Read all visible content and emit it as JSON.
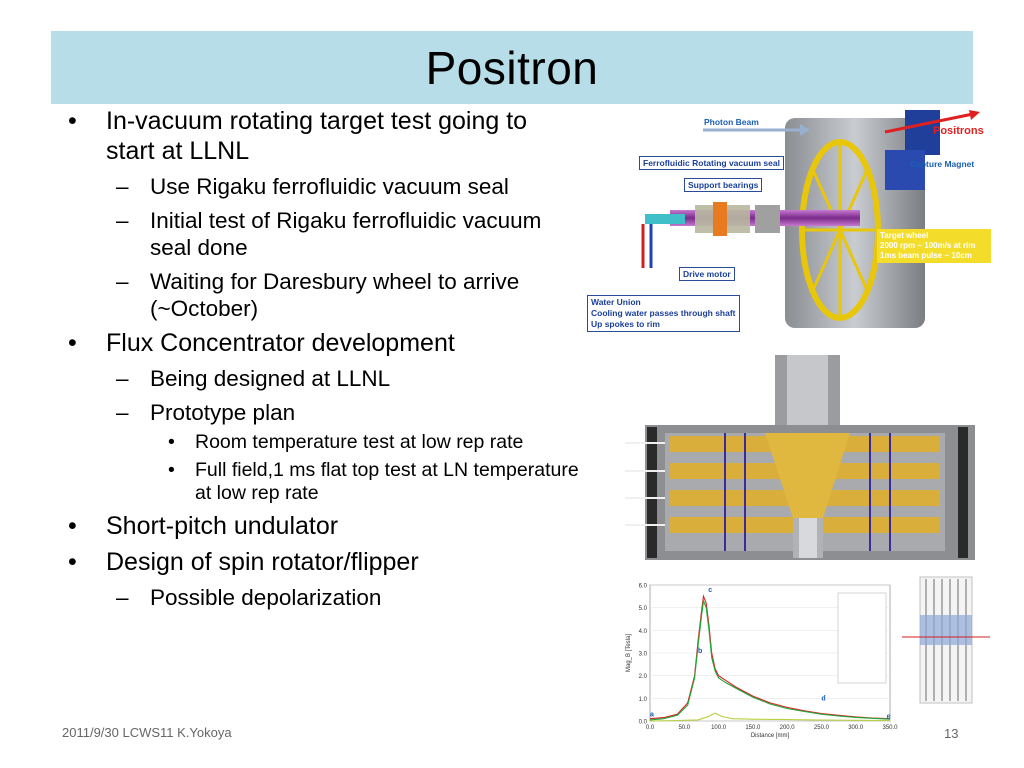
{
  "title": "Positron",
  "bullets": [
    {
      "level": 1,
      "text": "In-vacuum rotating target test going to start at LLNL"
    },
    {
      "level": 2,
      "text": "Use Rigaku ferrofluidic vacuum seal"
    },
    {
      "level": 2,
      "text": "Initial test of Rigaku ferrofluidic vacuum seal done"
    },
    {
      "level": 2,
      "text": "Waiting for Daresbury wheel to arrive (~October)"
    },
    {
      "level": 1,
      "text": "Flux Concentrator development"
    },
    {
      "level": 2,
      "text": "Being designed at LLNL"
    },
    {
      "level": 2,
      "text": "Prototype plan"
    },
    {
      "level": 3,
      "text": "Room temperature test at low rep rate"
    },
    {
      "level": 3,
      "text": "Full field,1 ms flat top test at  LN temperature at low rep rate"
    },
    {
      "level": 1,
      "text": "Short-pitch undulator"
    },
    {
      "level": 1,
      "text": "Design of spin rotator/flipper"
    },
    {
      "level": 2,
      "text": "Possible depolarization"
    }
  ],
  "markers": {
    "level1": "•",
    "level2": "–",
    "level3": "•"
  },
  "footer": {
    "left": "2011/9/30 LCWS11 K.Yokoya",
    "page": "13"
  },
  "target_figure": {
    "photon_beam": "Photon Beam",
    "positrons": "Positrons",
    "capture_magnet": "Capture Magnet",
    "ferrofluidic": "Ferrofluidic Rotating vacuum seal",
    "support_bearings": "Support bearings",
    "drive_motor": "Drive motor",
    "water_union_lines": [
      "Water Union",
      "Cooling water passes through shaft",
      "Up spokes to rim"
    ],
    "target_wheel_lines": [
      "Target wheel",
      "2000 rpm ~ 100m/s at rim",
      "1ms beam pulse ~ 10cm"
    ]
  },
  "colors": {
    "title_bg": "#b7dde8",
    "callout_text": "#1a3f9a",
    "accent_red": "#e02020",
    "wheel_yellow": "#f4dd2a"
  },
  "chart_data": {
    "type": "line",
    "title": "",
    "xlabel": "Distance [mm]",
    "ylabel": "Mag_B [Tesla]",
    "xlim": [
      0,
      350
    ],
    "ylim": [
      0,
      6
    ],
    "xticks": [
      "0.0",
      "50.0",
      "100.0",
      "150.0",
      "200.0",
      "250.0",
      "300.0",
      "350.0"
    ],
    "yticks": [
      "0.0",
      "1.0",
      "2.0",
      "3.0",
      "4.0",
      "5.0",
      "6.0"
    ],
    "point_labels": [
      "a",
      "b",
      "c",
      "d",
      "e"
    ],
    "series": [
      {
        "color": "#d92020",
        "x": [
          0,
          20,
          40,
          55,
          65,
          70,
          75,
          78,
          82,
          86,
          90,
          95,
          100,
          110,
          125,
          150,
          175,
          200,
          225,
          250,
          275,
          300,
          325,
          350
        ],
        "y": [
          0.1,
          0.15,
          0.3,
          0.8,
          2.0,
          3.5,
          4.8,
          5.5,
          5.2,
          4.2,
          3.0,
          2.3,
          2.0,
          1.8,
          1.5,
          1.1,
          0.8,
          0.6,
          0.45,
          0.33,
          0.25,
          0.18,
          0.13,
          0.1
        ]
      },
      {
        "color": "#1fa83a",
        "x": [
          0,
          20,
          40,
          55,
          65,
          70,
          75,
          78,
          82,
          86,
          90,
          95,
          100,
          110,
          125,
          150,
          175,
          200,
          225,
          250,
          275,
          300,
          325,
          350
        ],
        "y": [
          0.05,
          0.1,
          0.25,
          0.7,
          1.9,
          3.3,
          4.6,
          5.3,
          5.0,
          4.0,
          2.8,
          2.2,
          1.9,
          1.7,
          1.45,
          1.05,
          0.75,
          0.55,
          0.42,
          0.3,
          0.22,
          0.16,
          0.12,
          0.08
        ]
      },
      {
        "color": "#b8d040",
        "x": [
          0,
          40,
          70,
          85,
          95,
          105,
          120,
          150,
          200,
          250,
          300,
          350
        ],
        "y": [
          0.0,
          0.02,
          0.05,
          0.2,
          0.35,
          0.2,
          0.1,
          0.08,
          0.06,
          0.04,
          0.03,
          0.02
        ]
      }
    ]
  }
}
